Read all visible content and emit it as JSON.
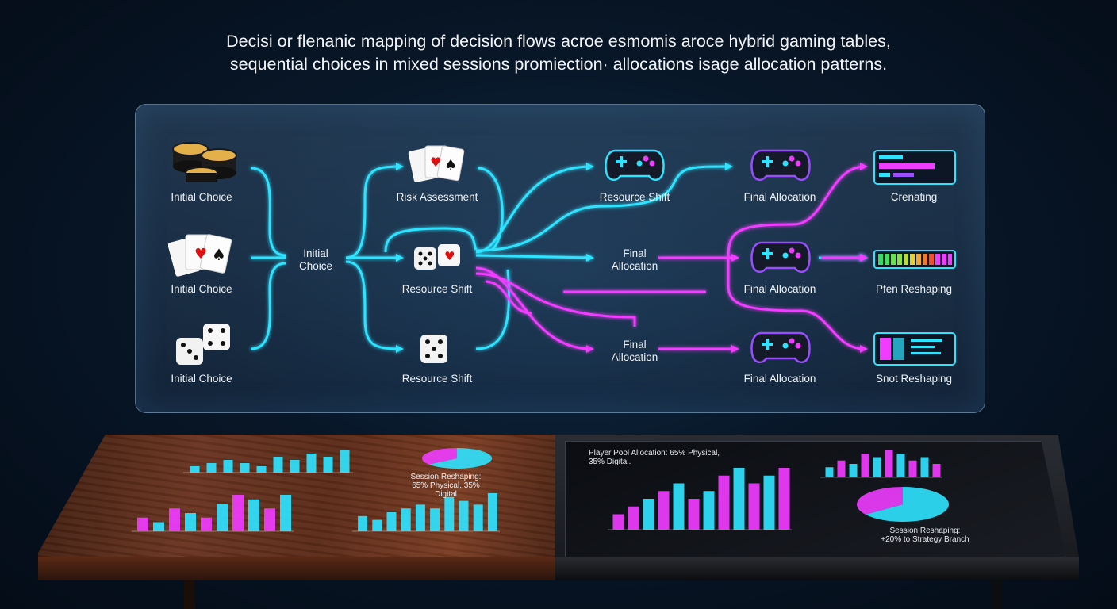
{
  "title": {
    "line1": "Decisi or flenanic mapping of decision flows acroe esmomis aroce hybrid gaming tables,",
    "line2": "sequential choices in mixed sessions promiection· allocations isage allocation patterns."
  },
  "nodes": {
    "initial_choice_1": "Initial Choice",
    "initial_choice_2": "Initial Choice",
    "initial_choice_3": "Initial Choice",
    "hub_line1": "Initial",
    "hub_line2": "Choice",
    "risk_assessment": "Risk Assessment",
    "resource_shift_1": "Resource Shift",
    "resource_shift_2": "Resource Shift",
    "resource_shift_top": "Resource Shift",
    "final_alloc_mid_line1": "Final",
    "final_alloc_mid_line2": "Allocation",
    "final_alloc_low_line1": "Final",
    "final_alloc_low_line2": "Allocation",
    "final_allocation_1": "Final Allocation",
    "final_allocation_2": "Final Allocation",
    "final_allocation_3": "Final Allocation",
    "out_1": "Crenating",
    "out_2": "Pfen Reshaping",
    "out_3": "Snot Reshaping"
  },
  "table_left": {
    "pie_caption_line1": "Session Reshaping:",
    "pie_caption_line2": "65% Physical, 35% Digital"
  },
  "table_right": {
    "chart_title_line1": "Player Pool Allocation: 65% Physical,",
    "chart_title_line2": "35% Digital.",
    "pie_caption_line1": "Session Reshaping:",
    "pie_caption_line2": "+20% to Strategy Branch"
  },
  "colors": {
    "cyan": "#2fe3ff",
    "magenta": "#f03cff",
    "purple": "#9a4dff"
  },
  "chart_data": [
    {
      "type": "bar",
      "name": "left-top",
      "values": [
        2,
        3,
        4,
        3,
        2,
        5,
        4,
        6,
        5,
        7
      ],
      "colors": [
        "#2fe3ff",
        "#2fe3ff",
        "#2fe3ff",
        "#2fe3ff",
        "#2fe3ff",
        "#2fe3ff",
        "#2fe3ff",
        "#2fe3ff",
        "#2fe3ff",
        "#2fe3ff"
      ]
    },
    {
      "type": "bar",
      "name": "left-bottom-a",
      "values": [
        3,
        2,
        5,
        4,
        3,
        6,
        8,
        7,
        5,
        8
      ],
      "colors": [
        "#f03cff",
        "#2fe3ff",
        "#f03cff",
        "#2fe3ff",
        "#f03cff",
        "#2fe3ff",
        "#f03cff",
        "#2fe3ff",
        "#f03cff",
        "#2fe3ff"
      ]
    },
    {
      "type": "bar",
      "name": "left-bottom-b",
      "values": [
        4,
        3,
        5,
        6,
        7,
        6,
        9,
        8,
        7,
        10
      ],
      "colors": [
        "#2fe3ff",
        "#2fe3ff",
        "#2fe3ff",
        "#2fe3ff",
        "#2fe3ff",
        "#2fe3ff",
        "#2fe3ff",
        "#2fe3ff",
        "#2fe3ff",
        "#2fe3ff"
      ]
    },
    {
      "type": "bar",
      "name": "right-main",
      "values": [
        2,
        3,
        4,
        5,
        6,
        4,
        5,
        7,
        8,
        6,
        7,
        8
      ],
      "colors": [
        "#f03cff",
        "#f03cff",
        "#2fe3ff",
        "#f03cff",
        "#2fe3ff",
        "#f03cff",
        "#2fe3ff",
        "#f03cff",
        "#2fe3ff",
        "#f03cff",
        "#2fe3ff",
        "#f03cff"
      ]
    },
    {
      "type": "bar",
      "name": "right-small",
      "values": [
        3,
        5,
        4,
        7,
        6,
        8,
        7,
        5,
        6,
        4
      ],
      "colors": [
        "#2fe3ff",
        "#f03cff",
        "#2fe3ff",
        "#f03cff",
        "#2fe3ff",
        "#f03cff",
        "#2fe3ff",
        "#f03cff",
        "#2fe3ff",
        "#f03cff"
      ]
    },
    {
      "type": "pie",
      "name": "left-pie",
      "values": [
        65,
        35
      ],
      "colors": [
        "#2fe3ff",
        "#f03cff"
      ]
    },
    {
      "type": "pie",
      "name": "right-pie",
      "values": [
        65,
        35
      ],
      "colors": [
        "#2fe3ff",
        "#f03cff"
      ]
    }
  ]
}
